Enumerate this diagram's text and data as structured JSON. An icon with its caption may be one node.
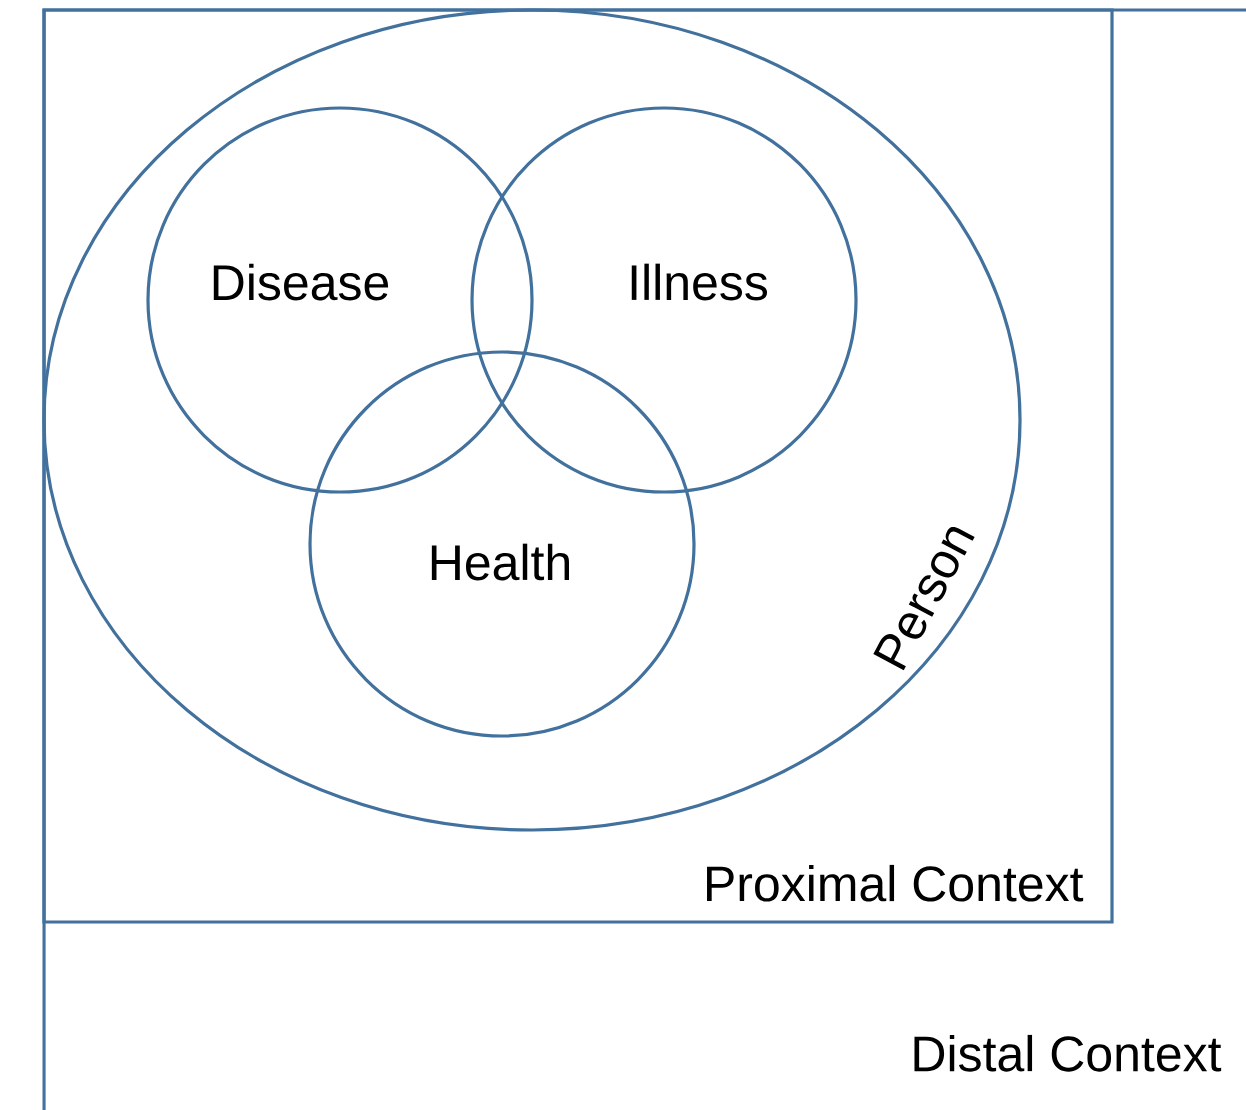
{
  "diagram": {
    "nodes": [
      {
        "text": [
          "Distal Context"
        ]
      },
      {
        "text": [
          "Proximal Context"
        ],
        "in": 0
      },
      {
        "text": [
          "Person"
        ],
        "in": 1
      },
      {
        "text": [
          "Disease"
        ],
        "in": 2
      },
      {
        "text": [
          "Illness"
        ],
        "in": 2
      },
      {
        "text": [
          "Health"
        ],
        "in": 2
      }
    ]
  }
}
